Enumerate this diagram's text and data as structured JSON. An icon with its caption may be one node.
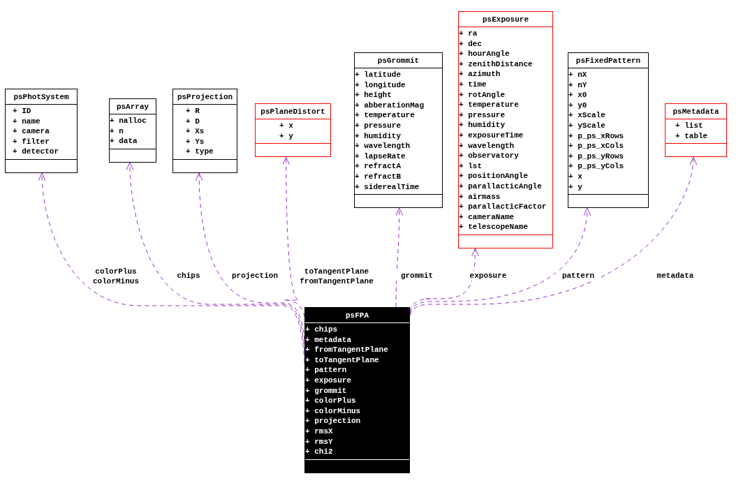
{
  "diagram": {
    "nodes": [
      {
        "text": [
          "psPhotSystem",
          "+ ID",
          "+ name",
          "+ camera",
          "+ filter",
          "+ detector"
        ]
      },
      {
        "text": [
          "psArray",
          "+ nalloc",
          "+ n",
          "+ data"
        ]
      },
      {
        "text": [
          "psProjection",
          "+ R",
          "+ D",
          "+ Xs",
          "+ Ys",
          "+ type"
        ]
      },
      {
        "text": [
          "psPlaneDistort",
          "+ x",
          "+ y"
        ]
      },
      {
        "text": [
          "psGrommit",
          "+ latitude",
          "+ longitude",
          "+ height",
          "+ abberationMag",
          "+ temperature",
          "+ pressure",
          "+ humidity",
          "+ wavelength",
          "+ lapseRate",
          "+ refractA",
          "+ refractB",
          "+ siderealTime"
        ]
      },
      {
        "text": [
          "psExposure",
          "+ ra",
          "+ dec",
          "+ hourAngle",
          "+ zenithDistance",
          "+ azimuth",
          "+ time",
          "+ rotAngle",
          "+ temperature",
          "+ pressure",
          "+ humidity",
          "+ exposureTime",
          "+ wavelength",
          "+ observatory",
          "+ lst",
          "+ positionAngle",
          "+ parallacticAngle",
          "+ airmass",
          "+ parallacticFactor",
          "+ cameraName",
          "+ telescopeName"
        ]
      },
      {
        "text": [
          "psFixedPattern",
          "+ nX",
          "+ nY",
          "+ x0",
          "+ y0",
          "+ xScale",
          "+ yScale",
          "+ p_ps_xRows",
          "+ p_ps_xCols",
          "+ p_ps_yRows",
          "+ p_ps_yCols",
          "+ x",
          "+ y"
        ]
      },
      {
        "text": [
          "psMetadata",
          "+ list",
          "+ table"
        ]
      },
      {
        "text": [
          "psFPA",
          "+ chips",
          "+ metadata",
          "+ fromTangentPlane",
          "+ toTangentPlane",
          "+ pattern",
          "+ exposure",
          "+ grommit",
          "+ colorPlus",
          "+ colorMinus",
          "+ projection",
          "+ rmsX",
          "+ rmsY",
          "+ chi2"
        ]
      }
    ],
    "edges": [
      {
        "from": 8,
        "to": 0,
        "arrow": "to",
        "label": "colorPlus colorMinus",
        "style": "dashed"
      },
      {
        "from": 8,
        "to": 1,
        "arrow": "to",
        "label": "chips",
        "style": "dashed"
      },
      {
        "from": 8,
        "to": 2,
        "arrow": "to",
        "label": "projection",
        "style": "dashed"
      },
      {
        "from": 8,
        "to": 3,
        "arrow": "to",
        "label": "toTangentPlane fromTangentPlane",
        "style": "dashed"
      },
      {
        "from": 8,
        "to": 4,
        "arrow": "to",
        "label": "grommit",
        "style": "dashed"
      },
      {
        "from": 8,
        "to": 5,
        "arrow": "to",
        "label": "exposure",
        "style": "dashed"
      },
      {
        "from": 8,
        "to": 6,
        "arrow": "to",
        "label": "pattern",
        "style": "dashed"
      },
      {
        "from": 8,
        "to": 7,
        "arrow": "to",
        "label": "metadata",
        "style": "dashed"
      }
    ]
  }
}
